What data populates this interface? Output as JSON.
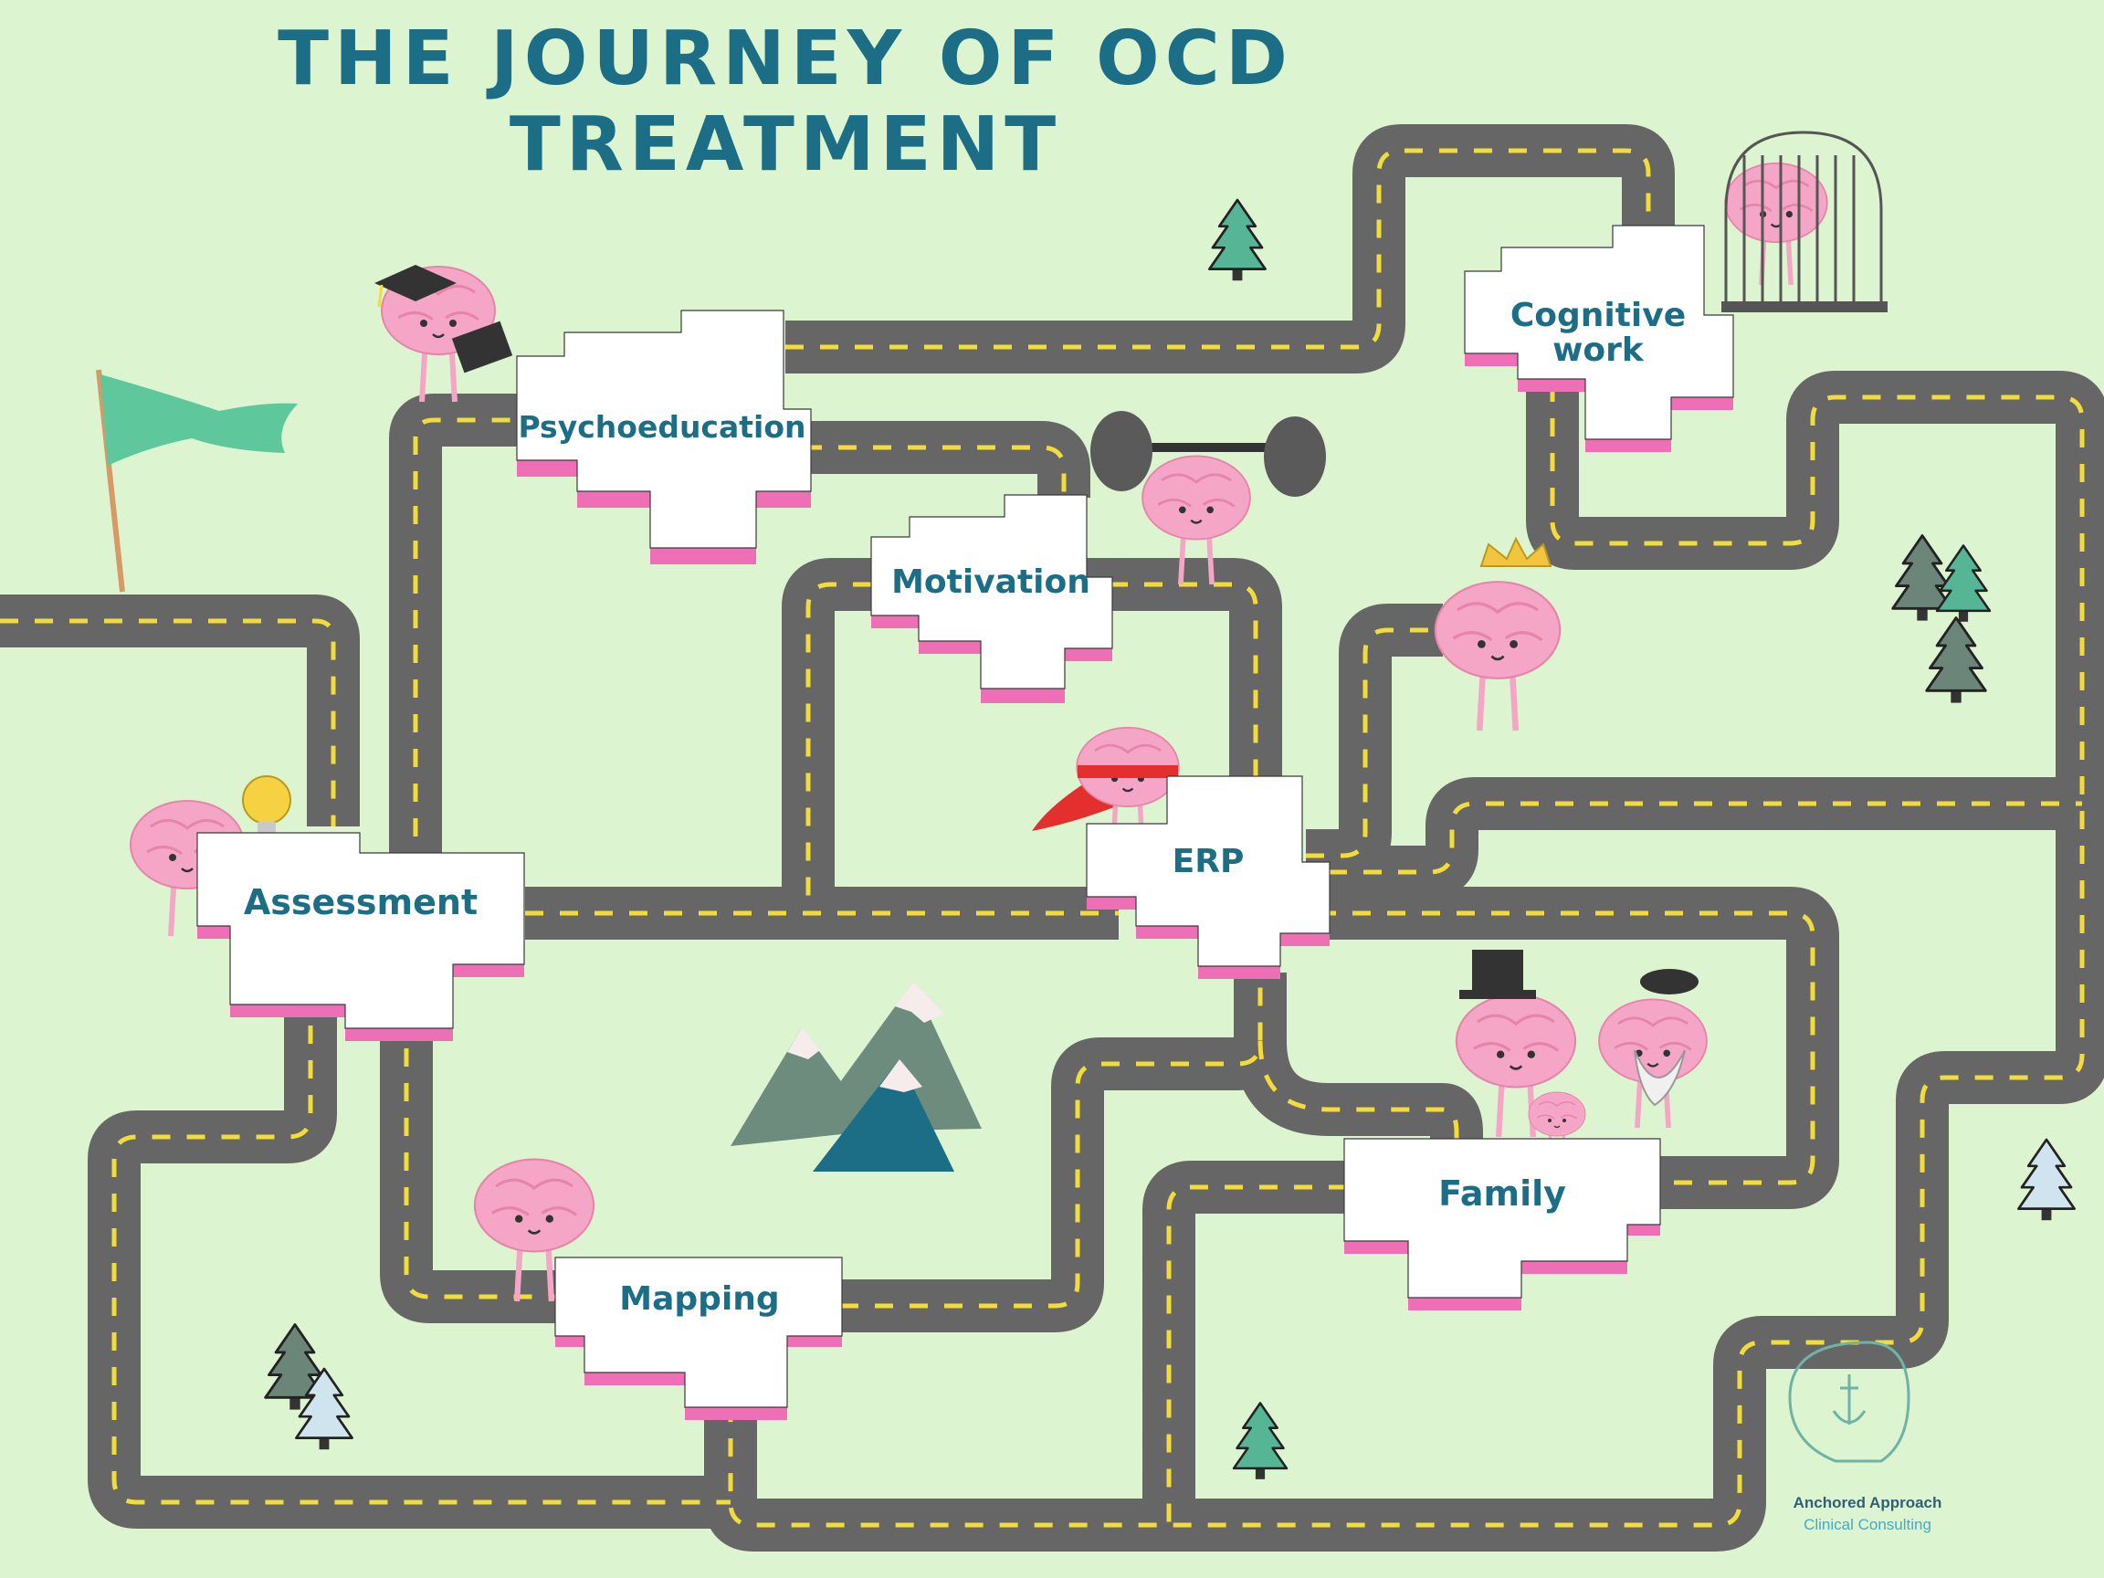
{
  "title": {
    "line1": "THE JOURNEY OF OCD",
    "line2": "TREATMENT"
  },
  "stages": {
    "assessment": "Assessment",
    "psychoeducation": "Psychoeducation",
    "motivation": "Motivation",
    "cognitive_work": {
      "line1": "Cognitive",
      "line2": "work"
    },
    "erp": "ERP",
    "mapping": "Mapping",
    "family": "Family"
  },
  "logo": {
    "name": "Anchored Approach",
    "subtitle": "Clinical Consulting"
  },
  "colors": {
    "background": "#dcf4cf",
    "road": "#666666",
    "lane": "#f2dc3c",
    "label": "#1b6e86",
    "card": "#ffffff",
    "card_shadow": "#ee6fb5",
    "brain": "#f5a6c6",
    "flag": "#5ec79c",
    "tree_green": "#55b594",
    "tree_gray": "#6b8578",
    "tree_ice": "#cfe4ee",
    "mountain_gray": "#6e8c7e",
    "mountain_blue": "#1b6e86"
  },
  "icons": [
    "flag-icon",
    "brain-icon",
    "graduation-cap-icon",
    "light-bulb-icon",
    "barbell-icon",
    "crown-icon",
    "superhero-cape-icon",
    "top-hat-icon",
    "birdcage-icon",
    "pine-tree-icon",
    "mountain-icon",
    "anchor-brain-logo-icon"
  ]
}
